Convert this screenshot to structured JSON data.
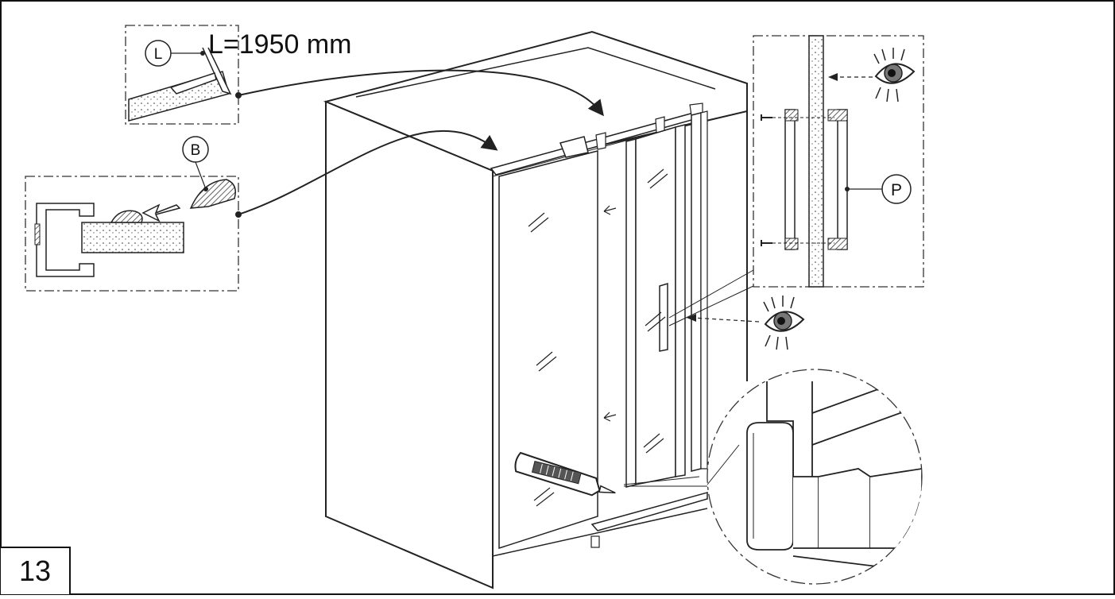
{
  "step_number": "13",
  "callouts": {
    "length_label": "L=1950 mm",
    "label_L": "L",
    "label_B": "B",
    "label_P": "P"
  },
  "icons": [
    "cutter-knife-icon",
    "eye-icon"
  ]
}
